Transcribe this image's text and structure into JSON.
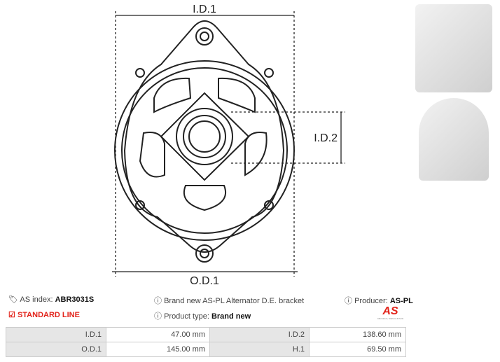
{
  "drawing": {
    "id1_label": "I.D.1",
    "id2_label": "I.D.2",
    "od1_label": "O.D.1"
  },
  "info": {
    "as_index_label": "AS index:",
    "as_index_value": "ABR3031S",
    "description": "Brand new AS-PL Alternator D.E. bracket",
    "producer_label": "Producer:",
    "producer_value": "AS-PL",
    "line_label": "STANDARD LINE",
    "product_type_label": "Product type:",
    "product_type_value": "Brand new",
    "logo_text": "AS",
    "logo_tagline": "Alternators, Starters & Parts"
  },
  "specs": [
    {
      "label1": "I.D.1",
      "value1": "47.00 mm",
      "label2": "I.D.2",
      "value2": "138.60 mm"
    },
    {
      "label1": "O.D.1",
      "value1": "145.00 mm",
      "label2": "H.1",
      "value2": "69.50 mm"
    }
  ],
  "colors": {
    "accent": "#e2231a",
    "label_bg": "#e6e6e6"
  }
}
